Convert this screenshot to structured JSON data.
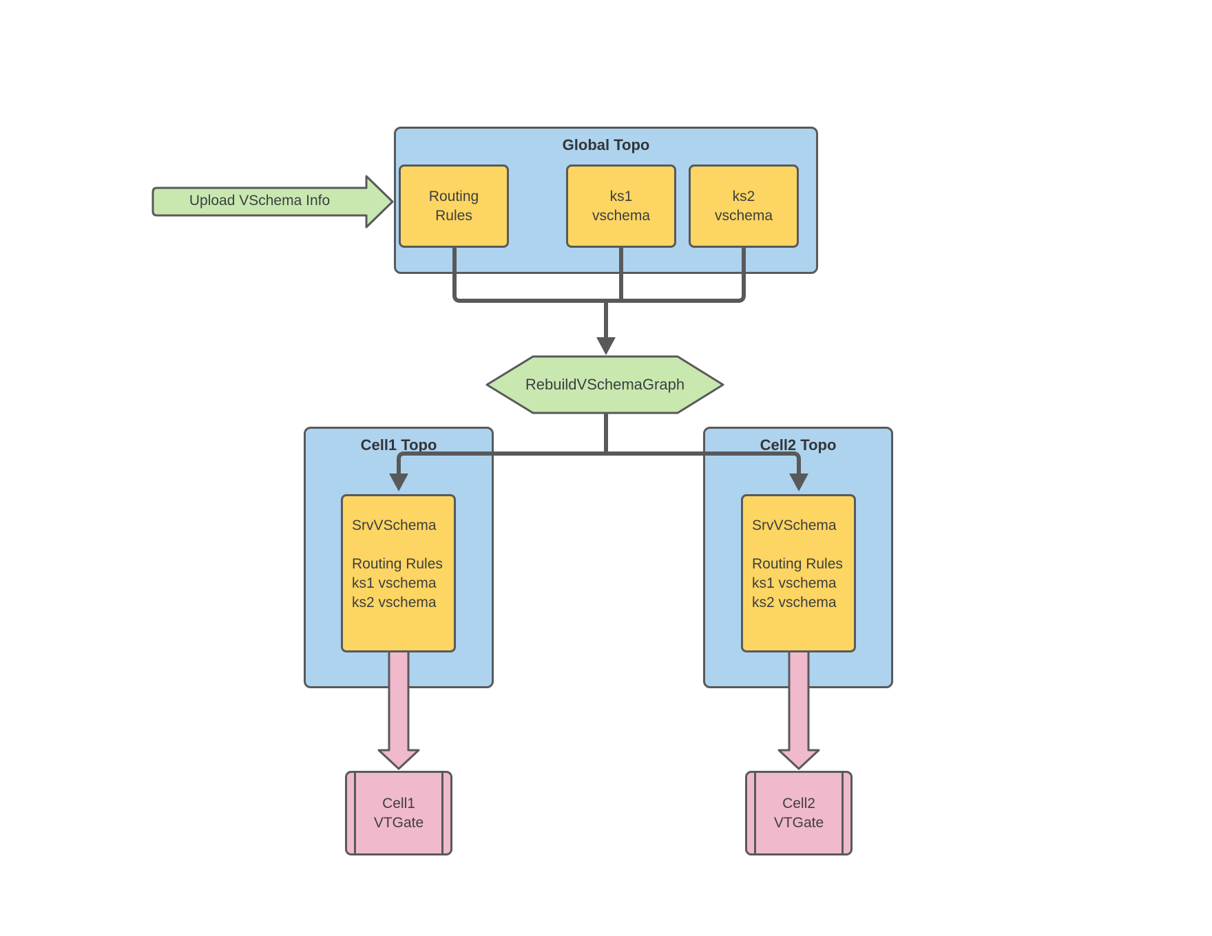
{
  "diagram": {
    "upload_arrow": {
      "label": "Upload VSchema Info"
    },
    "global_topo": {
      "title": "Global Topo",
      "nodes": [
        {
          "label": "Routing\nRules"
        },
        {
          "label": "ks1\nvschema"
        },
        {
          "label": "ks2\nvschema"
        }
      ]
    },
    "rebuild_step": {
      "label": "RebuildVSchemaGraph"
    },
    "cells": [
      {
        "title": "Cell1 Topo",
        "srv_vschema": "SrvVSchema\n\nRouting Rules\nks1 vschema\nks2 vschema",
        "vtgate": "Cell1\nVTGate"
      },
      {
        "title": "Cell2 Topo",
        "srv_vschema": "SrvVSchema\n\nRouting Rules\nks1 vschema\nks2 vschema",
        "vtgate": "Cell2\nVTGate"
      }
    ],
    "colors": {
      "container_fill": "#aed3ee",
      "node_fill": "#fcd562",
      "process_fill": "#c8e8b0",
      "gateway_fill": "#f0b9cc",
      "connector_stroke": "#58595b",
      "text": "#3c3e40"
    }
  }
}
